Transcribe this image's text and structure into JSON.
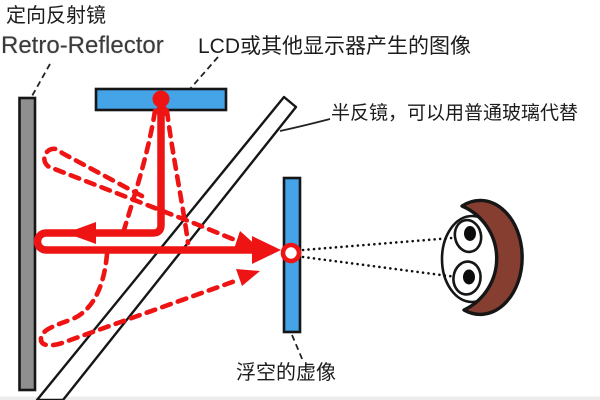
{
  "labels": {
    "retro_reflector_cn": "定向反射镜",
    "retro_reflector_en": "Retro-Reflector",
    "lcd_source": "LCD或其他显示器产生的图像",
    "half_mirror": "半反镜，可以用普通玻璃代替",
    "floating_virtual_image": "浮空的虚像"
  },
  "colors": {
    "beam_red": "#ee1414",
    "panel_blue": "#45a3e8",
    "reflector_gray": "#8f8f8f",
    "hair_maroon": "#863e31",
    "outline_black": "#161616",
    "background": "#ffffff"
  }
}
